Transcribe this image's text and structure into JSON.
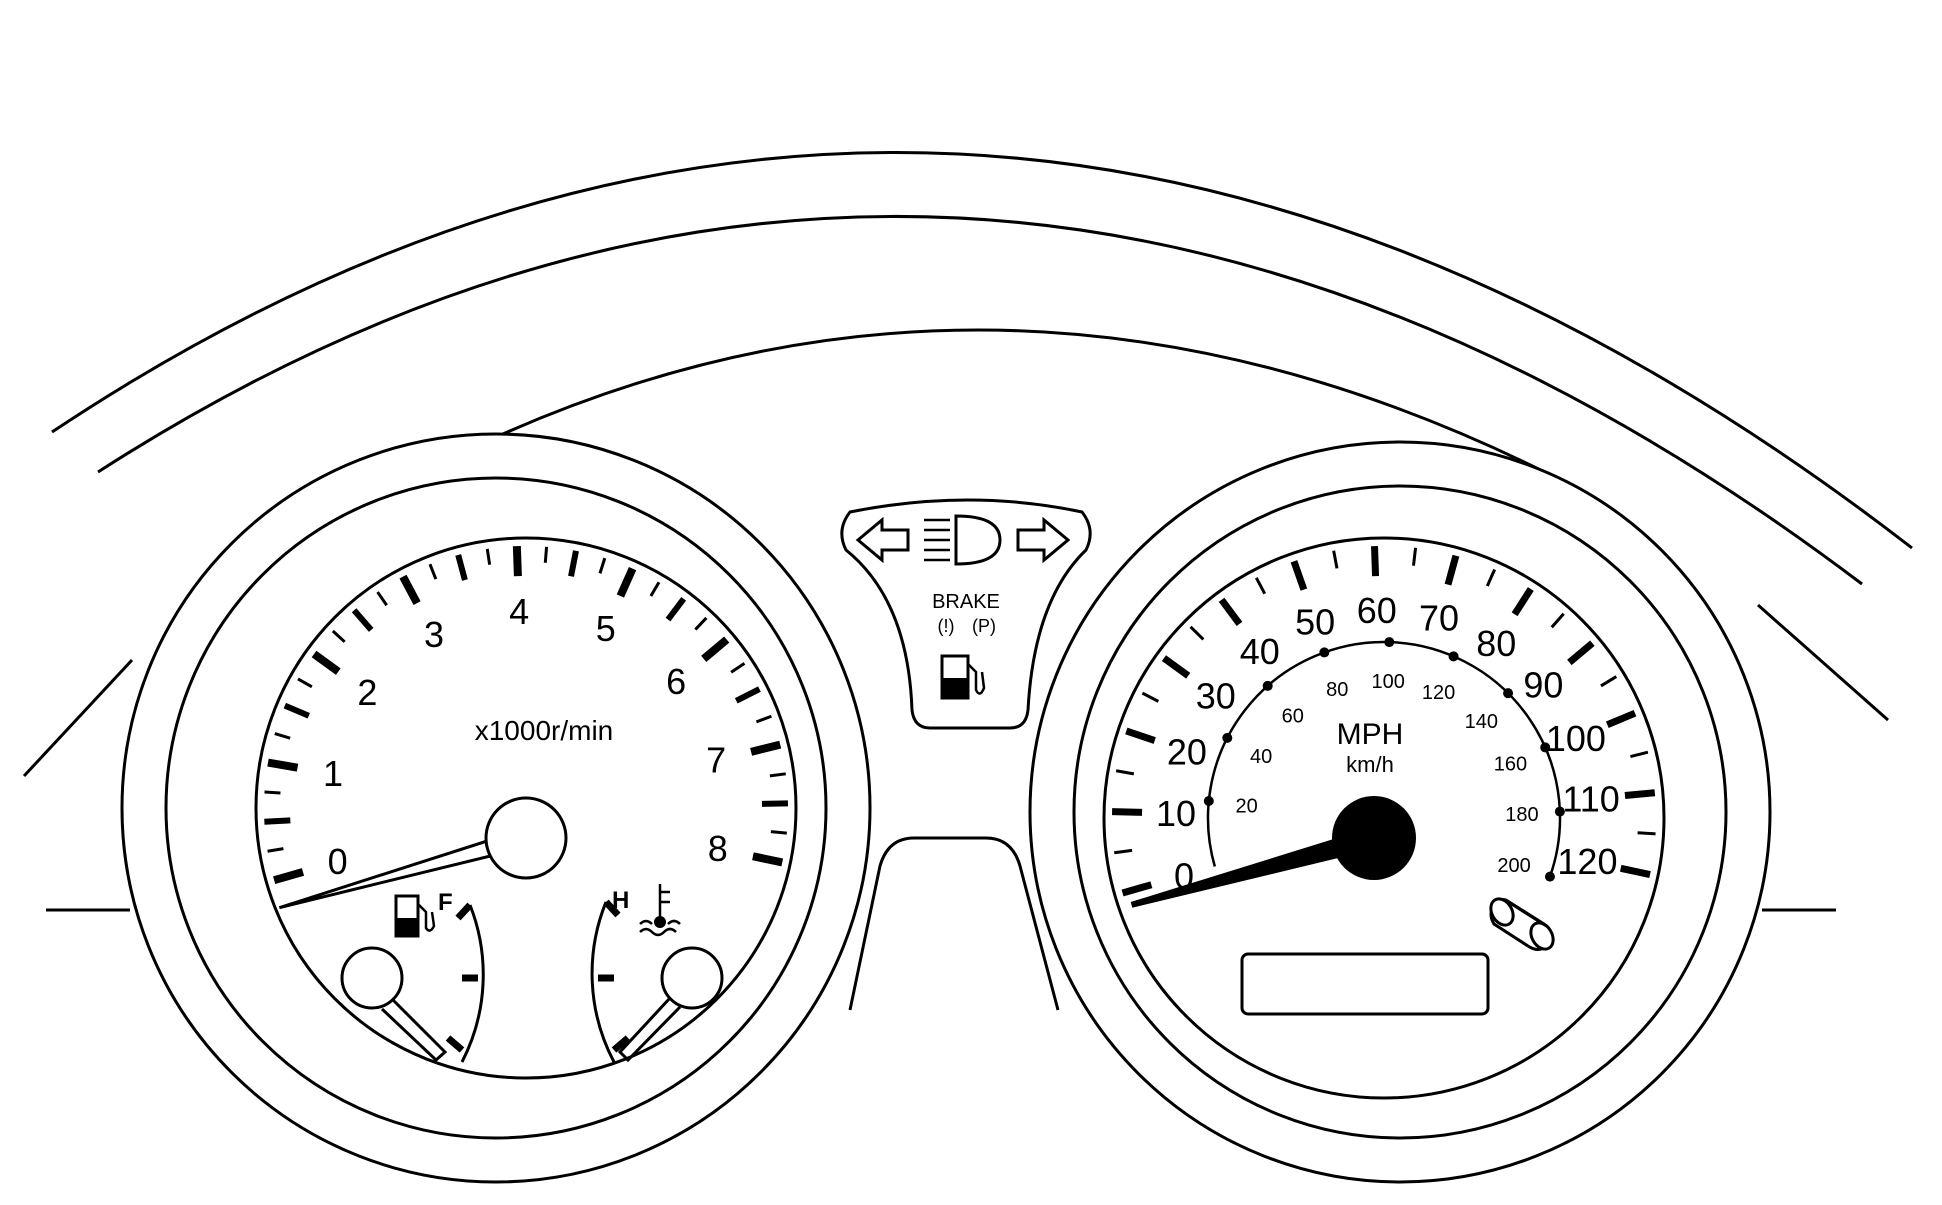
{
  "tachometer": {
    "labels": [
      "0",
      "1",
      "2",
      "3",
      "4",
      "5",
      "6",
      "7",
      "8"
    ],
    "unit": "x1000r/min",
    "needle_value": 0
  },
  "fuel_gauge": {
    "label": "F",
    "icon": "fuel-pump-icon"
  },
  "temp_gauge": {
    "label": "H",
    "icon": "coolant-temperature-icon"
  },
  "telltales": {
    "left_turn_icon": "left-arrow-icon",
    "high_beam_icon": "high-beam-icon",
    "right_turn_icon": "right-arrow-icon",
    "brake_label": "BRAKE",
    "brake_symbol_1": "(!)",
    "brake_symbol_2": "(P)",
    "low_fuel_icon": "fuel-pump-icon"
  },
  "speedometer": {
    "mph_labels": [
      "0",
      "10",
      "20",
      "30",
      "40",
      "50",
      "60",
      "70",
      "80",
      "90",
      "100",
      "110",
      "120"
    ],
    "kmh_labels": [
      "20",
      "40",
      "60",
      "80",
      "100",
      "120",
      "140",
      "160",
      "180",
      "200"
    ],
    "unit_primary": "MPH",
    "unit_secondary": "km/h",
    "needle_value": 0,
    "trip_reset_icon": "trip-reset-knob-icon"
  },
  "odometer_display": {
    "text": ""
  },
  "colors": {
    "line": "#000000",
    "background": "#ffffff"
  }
}
